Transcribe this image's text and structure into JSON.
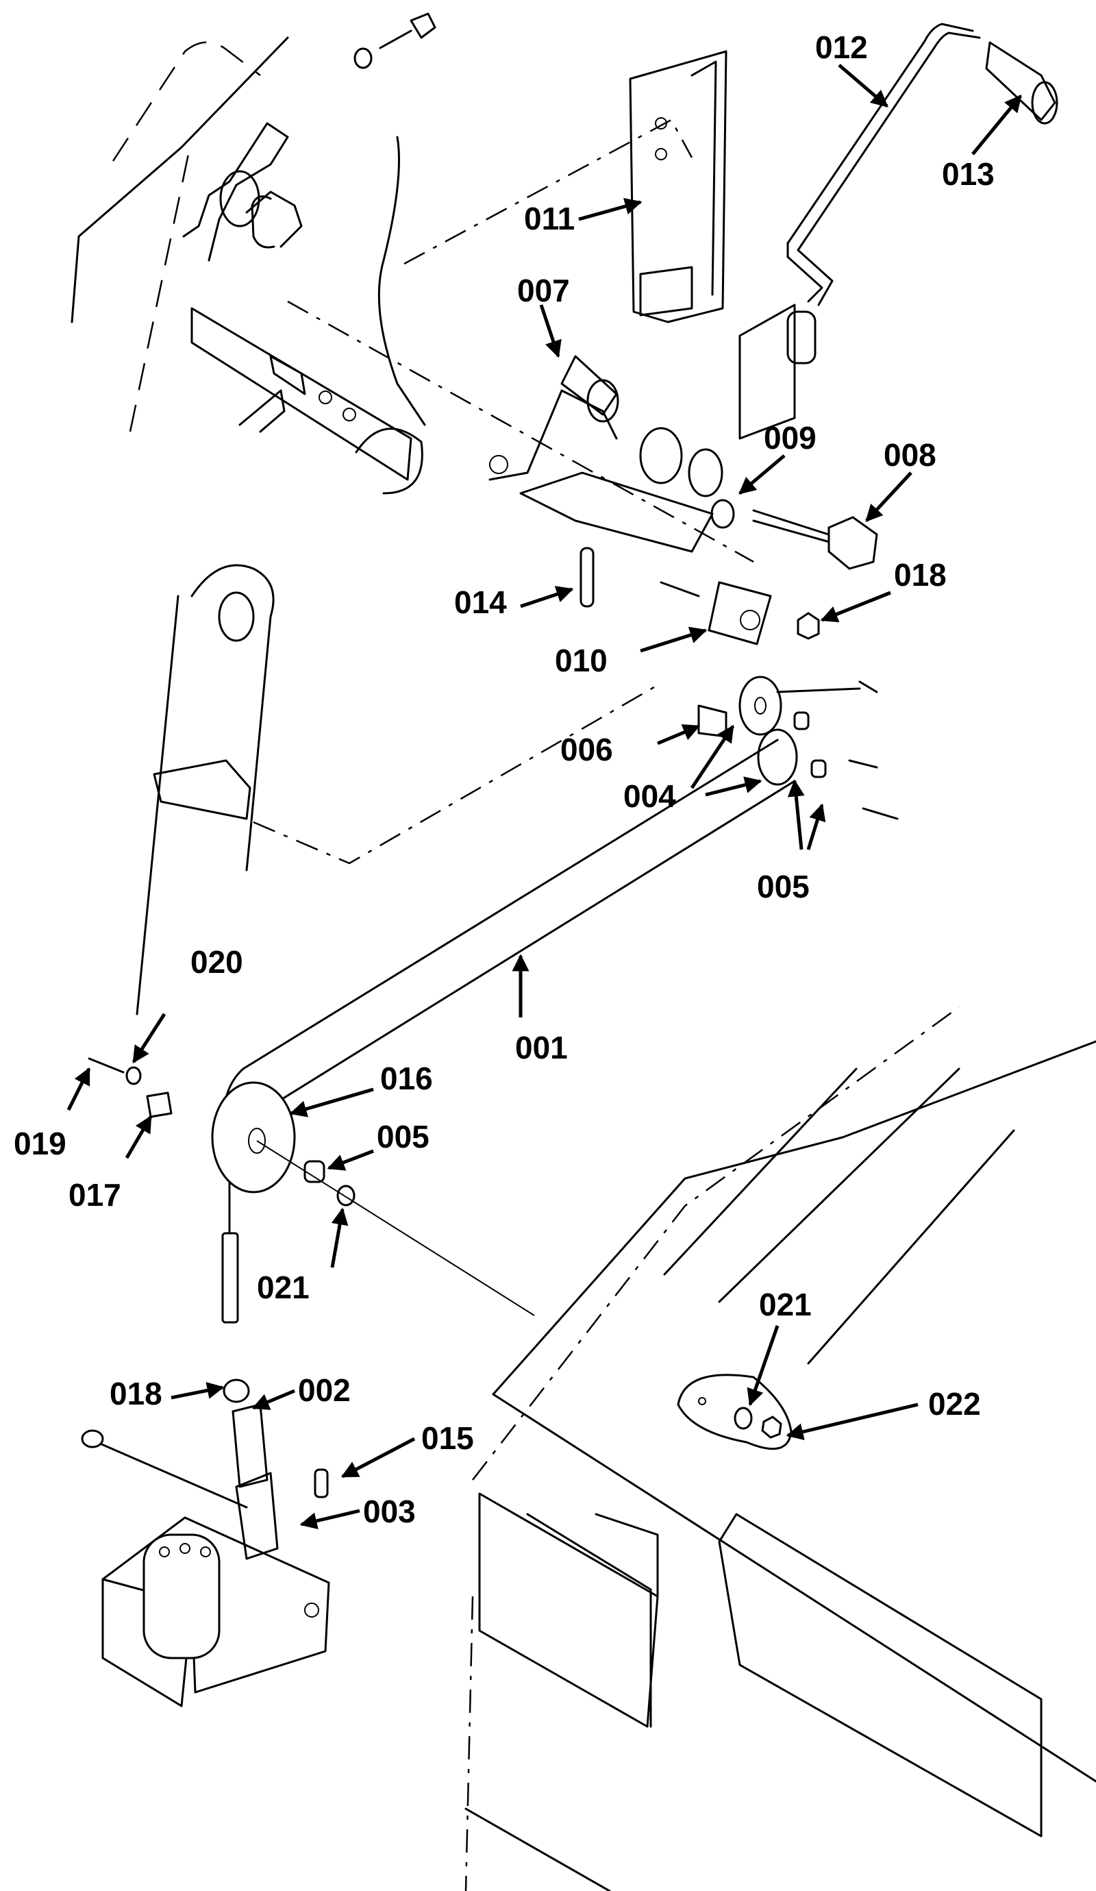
{
  "diagram": {
    "type": "exploded parts diagram",
    "callouts": [
      {
        "id": "001",
        "label": "001"
      },
      {
        "id": "002",
        "label": "002"
      },
      {
        "id": "003",
        "label": "003"
      },
      {
        "id": "004",
        "label": "004"
      },
      {
        "id": "005a",
        "label": "005"
      },
      {
        "id": "005b",
        "label": "005"
      },
      {
        "id": "006",
        "label": "006"
      },
      {
        "id": "007",
        "label": "007"
      },
      {
        "id": "008",
        "label": "008"
      },
      {
        "id": "009",
        "label": "009"
      },
      {
        "id": "010",
        "label": "010"
      },
      {
        "id": "011",
        "label": "011"
      },
      {
        "id": "012",
        "label": "012"
      },
      {
        "id": "013",
        "label": "013"
      },
      {
        "id": "014",
        "label": "014"
      },
      {
        "id": "015",
        "label": "015"
      },
      {
        "id": "016",
        "label": "016"
      },
      {
        "id": "017",
        "label": "017"
      },
      {
        "id": "018a",
        "label": "018"
      },
      {
        "id": "018b",
        "label": "018"
      },
      {
        "id": "019",
        "label": "019"
      },
      {
        "id": "020",
        "label": "020"
      },
      {
        "id": "021a",
        "label": "021"
      },
      {
        "id": "021b",
        "label": "021"
      },
      {
        "id": "022",
        "label": "022"
      }
    ]
  }
}
